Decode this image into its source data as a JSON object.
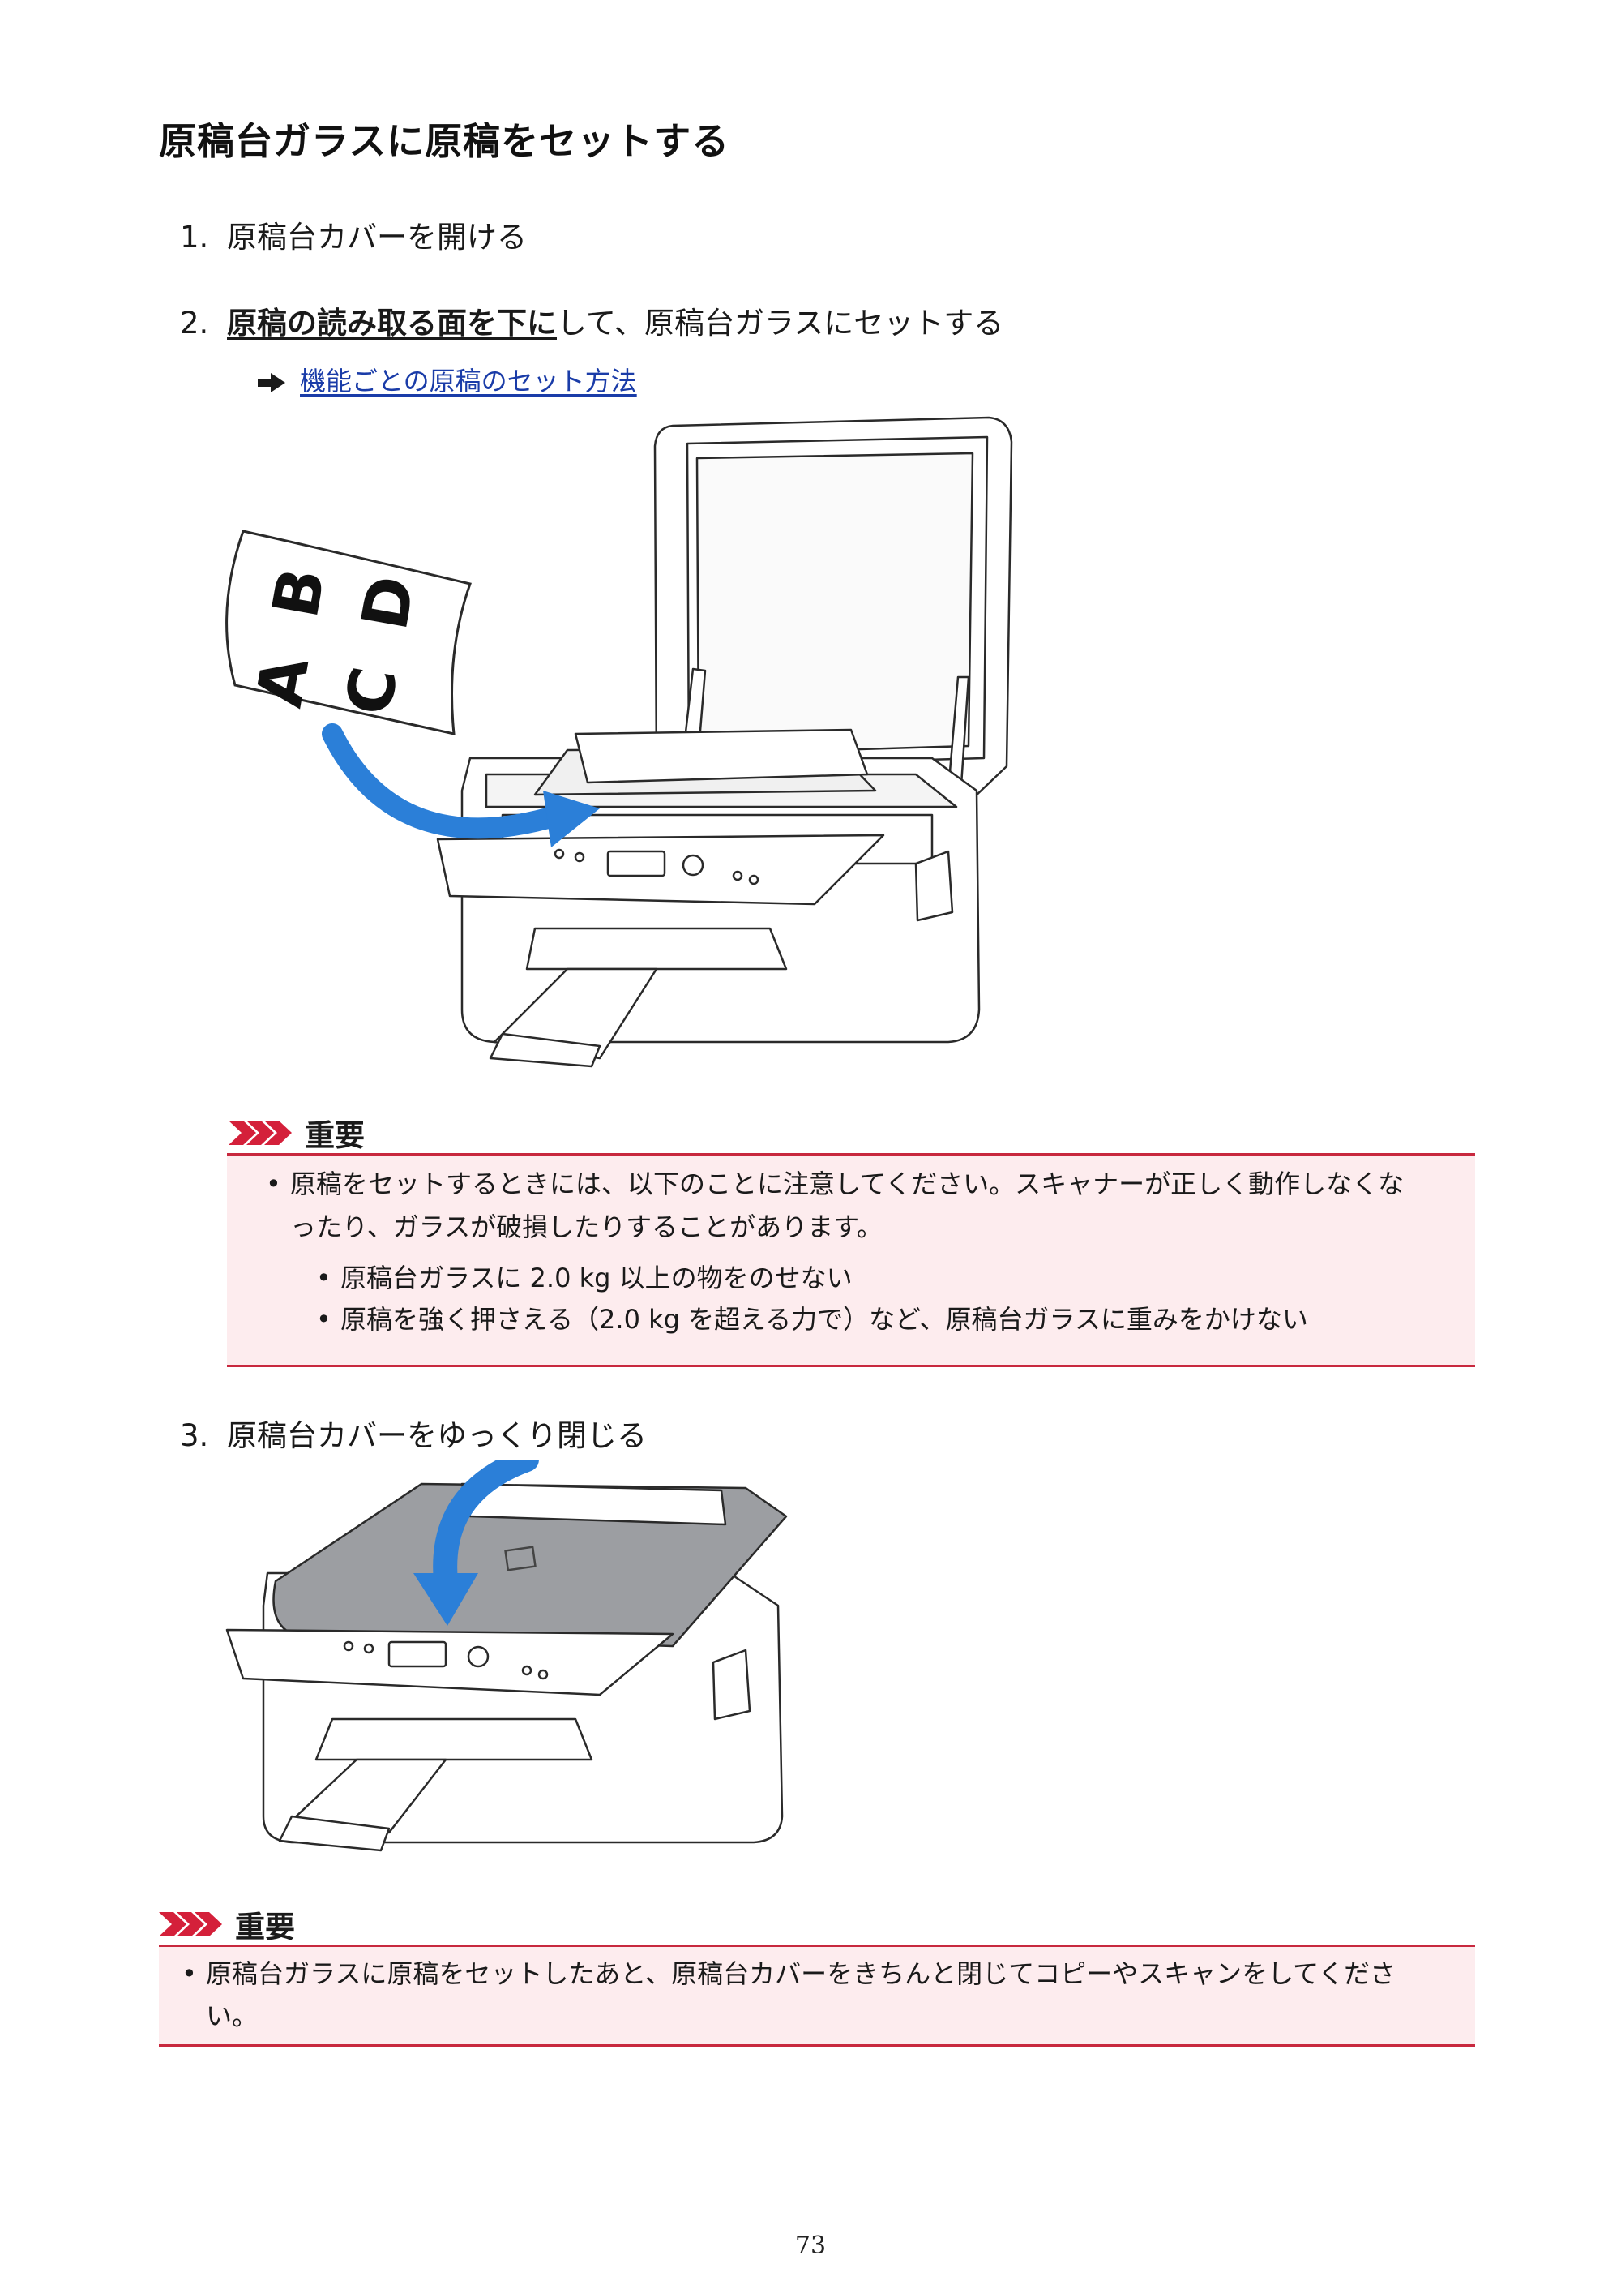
{
  "title": "原稿台ガラスに原稿をセットする",
  "steps": [
    {
      "num": "1.",
      "text": "原稿台カバーを開ける"
    },
    {
      "num": "2.",
      "bold": "原稿の読み取る面を下に",
      "text": "して、原稿台ガラスにセットする"
    },
    {
      "num": "3.",
      "text": "原稿台カバーをゆっくり閉じる"
    }
  ],
  "link": {
    "text": "機能ごとの原稿のセット方法",
    "icon": "arrow-right-icon"
  },
  "illustration1": {
    "letters": [
      "A",
      "B",
      "C",
      "D"
    ]
  },
  "important1": {
    "heading": "重要",
    "bullet_line1": "原稿をセットするときには、以下のことに注意してください。スキャナーが正しく動作しなくな",
    "bullet_line2": "ったり、ガラスが破損したりすることがあります。",
    "sub_bullets": [
      "原稿台ガラスに 2.0 kg 以上の物をのせない",
      "原稿を強く押さえる（2.0 kg を超える力で）など、原稿台ガラスに重みをかけない"
    ]
  },
  "important2": {
    "heading": "重要",
    "bullet_line1": "原稿台ガラスに原稿をセットしたあと、原稿台カバーをきちんと閉じてコピーやスキャンをしてくださ",
    "bullet_line2": "い。"
  },
  "page_number": "73",
  "colors": {
    "accent_red": "#c8283e",
    "note_bg": "#fdecee",
    "link": "#1a3ca8",
    "arrow_blue": "#2b7fd8"
  }
}
